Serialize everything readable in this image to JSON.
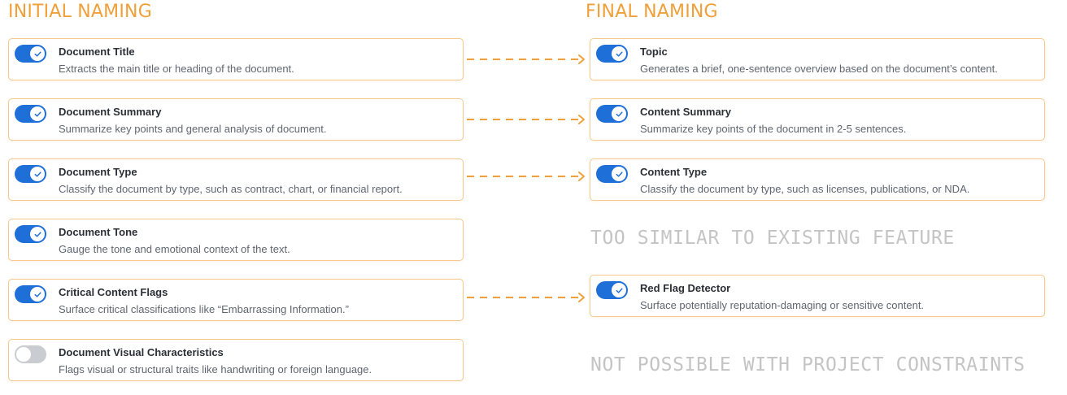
{
  "headings": {
    "initial": "INITIAL NAMING",
    "final": "FINAL NAMING"
  },
  "colors": {
    "accent": "#F0A03A",
    "toggle_on": "#1F6FD8",
    "toggle_off": "#C9CCD1",
    "card_border": "#F6C88C",
    "note_text": "#C4C4C4"
  },
  "initial_features": [
    {
      "title": "Document Title",
      "description": "Extracts the main title or heading of the document.",
      "enabled": true
    },
    {
      "title": "Document Summary",
      "description": "Summarize key points and general analysis of document.",
      "enabled": true
    },
    {
      "title": "Document Type",
      "description": "Classify the document by type, such as contract, chart, or financial report.",
      "enabled": true
    },
    {
      "title": "Document Tone",
      "description": "Gauge the tone and emotional context of the text.",
      "enabled": true
    },
    {
      "title": "Critical Content Flags",
      "description": "Surface critical classifications like “Embarrassing Information.”",
      "enabled": true
    },
    {
      "title": "Document Visual Characteristics",
      "description": "Flags visual or structural traits like handwriting or foreign language.",
      "enabled": false
    }
  ],
  "final_features": [
    {
      "title": "Topic",
      "description": "Generates a brief, one-sentence overview based on the document’s content.",
      "enabled": true
    },
    {
      "title": "Content Summary",
      "description": "Summarize key points of the document in 2-5 sentences.",
      "enabled": true
    },
    {
      "title": "Content Type",
      "description": "Classify the document by type, such as licenses, publications, or NDA.",
      "enabled": true
    },
    {
      "title": "Red Flag Detector",
      "description": "Surface potentially reputation-damaging or sensitive content.",
      "enabled": true
    }
  ],
  "notes": {
    "too_similar": "TOO SIMILAR TO EXISTING FEATURE",
    "not_possible": "NOT POSSIBLE WITH PROJECT CONSTRAINTS"
  },
  "icons": {
    "toggle_check": "check-icon",
    "connector": "dashed-arrow-icon"
  }
}
